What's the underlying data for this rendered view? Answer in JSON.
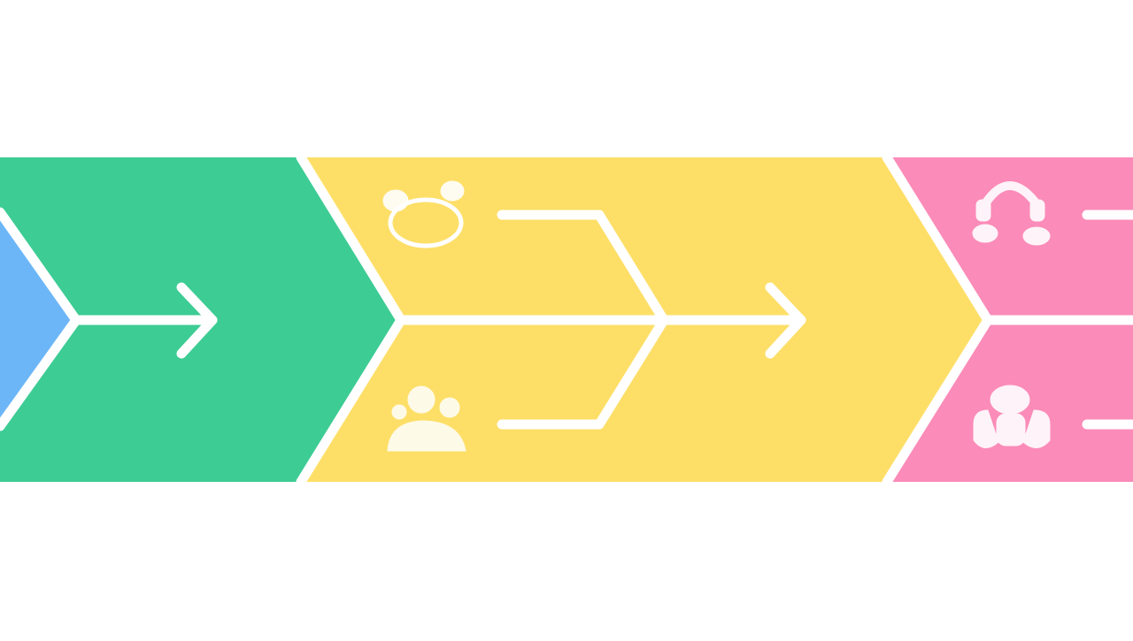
{
  "diagram": {
    "type": "chevron-process-flow",
    "background": "#ffffff",
    "stroke_color": "#ffffff",
    "stages": [
      {
        "name": "stage-blue",
        "color": "#6cb6f7",
        "icons": []
      },
      {
        "name": "stage-green",
        "color": "#3dcc94",
        "icons": []
      },
      {
        "name": "stage-yellow",
        "color": "#fddf68",
        "icons": [
          "alarm-clock-icon",
          "team-icon"
        ]
      },
      {
        "name": "stage-pink",
        "color": "#fb8bb8",
        "icons": [
          "headset-support-icon",
          "user-group-icon"
        ]
      }
    ]
  }
}
